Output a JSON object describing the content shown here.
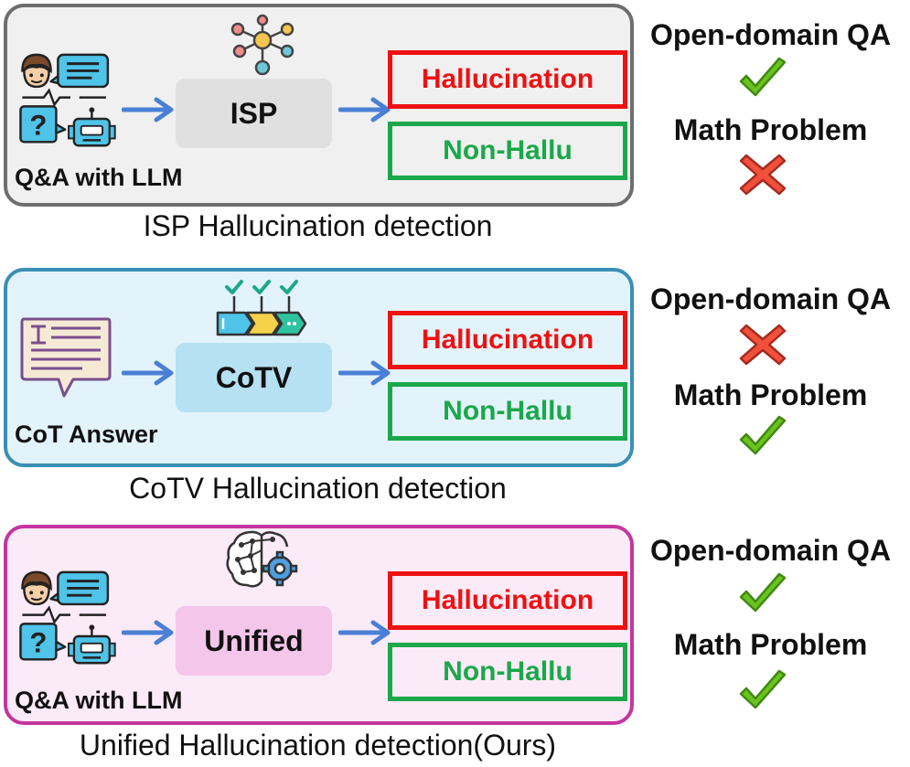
{
  "colors": {
    "hallucination": "#ee1111",
    "non_hallu": "#1aa84a",
    "arrow": "#4a7fd6",
    "check": "#6cc31f",
    "cross": "#f0503c",
    "isp_border": "#6e6e6e",
    "cotv_border": "#3b8fb5",
    "unified_border": "#c4359f"
  },
  "panels": [
    {
      "method": "ISP",
      "input_label": "Q&A with LLM",
      "input_icon": "qa-conversation-icon",
      "method_icon": "network-nodes-icon",
      "outputs": {
        "hallucination": "Hallucination",
        "non_hallu": "Non-Hallu"
      },
      "caption": "ISP Hallucination detection",
      "tasks": [
        {
          "name": "Open-domain QA",
          "result": "check"
        },
        {
          "name": "Math Problem",
          "result": "cross"
        }
      ]
    },
    {
      "method": "CoTV",
      "input_label": "CoT Answer",
      "input_icon": "text-document-bubble-icon",
      "method_icon": "verified-steps-icon",
      "outputs": {
        "hallucination": "Hallucination",
        "non_hallu": "Non-Hallu"
      },
      "caption": "CoTV Hallucination detection",
      "tasks": [
        {
          "name": "Open-domain QA",
          "result": "cross"
        },
        {
          "name": "Math Problem",
          "result": "check"
        }
      ]
    },
    {
      "method": "Unified",
      "input_label": "Q&A with LLM",
      "input_icon": "qa-conversation-icon",
      "method_icon": "brain-gear-icon",
      "outputs": {
        "hallucination": "Hallucination",
        "non_hallu": "Non-Hallu"
      },
      "caption": "Unified Hallucination detection(Ours)",
      "tasks": [
        {
          "name": "Open-domain QA",
          "result": "check"
        },
        {
          "name": "Math Problem",
          "result": "check"
        }
      ]
    }
  ]
}
